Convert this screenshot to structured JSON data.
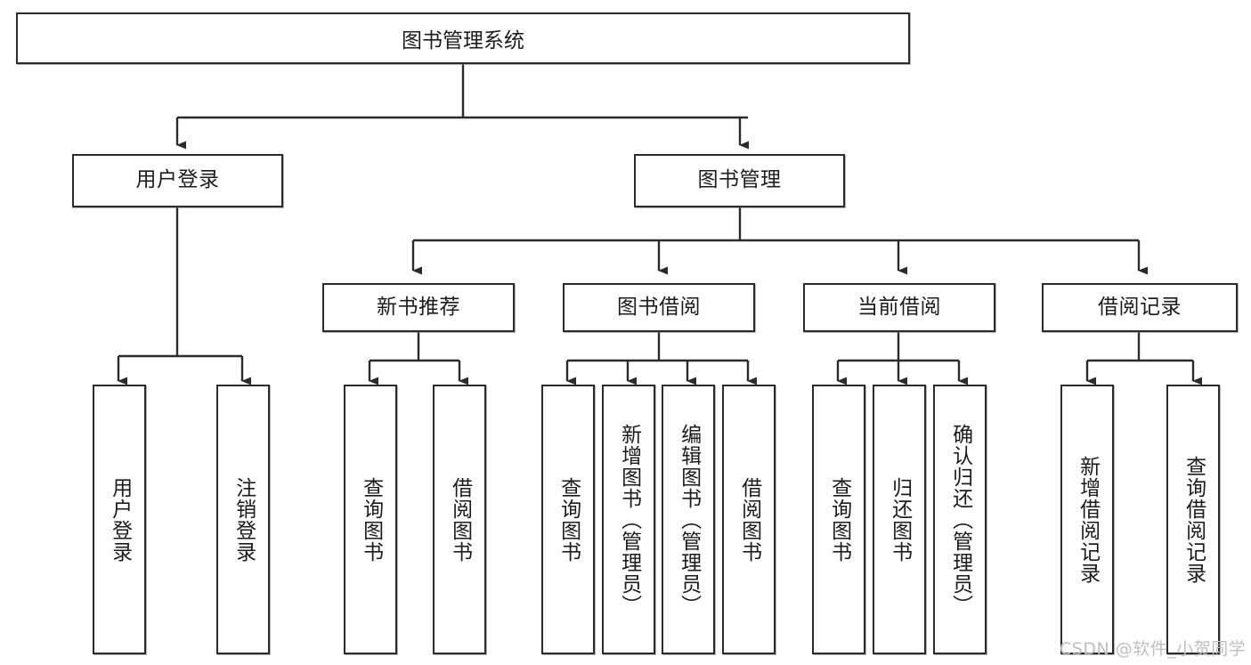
{
  "diagram": {
    "title": "图书管理系统",
    "type": "tree",
    "watermark": "CSDN @软件_小贺同学",
    "colors": {
      "stroke": "#2b2b2b",
      "fill": "#ffffff",
      "text": "#1c1c1c",
      "watermark": "#bfbfbf"
    },
    "root": {
      "label": "图书管理系统"
    },
    "level2": [
      {
        "label": "用户登录"
      },
      {
        "label": "图书管理"
      }
    ],
    "level3": [
      {
        "label": "新书推荐"
      },
      {
        "label": "图书借阅"
      },
      {
        "label": "当前借阅"
      },
      {
        "label": "借阅记录"
      }
    ],
    "leaves": {
      "user_login": [
        {
          "label": "用户登录"
        },
        {
          "label": "注销登录"
        }
      ],
      "new_book_recommend": [
        {
          "label": "查询图书"
        },
        {
          "label": "借阅图书"
        }
      ],
      "book_borrow": [
        {
          "label": "查询图书"
        },
        {
          "label": "新增图书（管理员）"
        },
        {
          "label": "编辑图书（管理员）"
        },
        {
          "label": "借阅图书"
        }
      ],
      "current_borrow": [
        {
          "label": "查询图书"
        },
        {
          "label": "归还图书"
        },
        {
          "label": "确认归还（管理员）"
        }
      ],
      "borrow_record": [
        {
          "label": "新增借阅记录"
        },
        {
          "label": "查询借阅记录"
        }
      ]
    }
  }
}
